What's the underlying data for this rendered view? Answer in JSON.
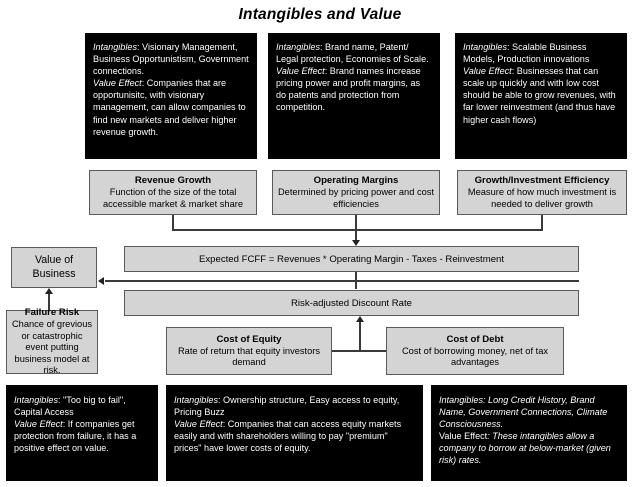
{
  "title": "Intangibles and Value",
  "top_notes": [
    {
      "id": "revenue-growth-note",
      "intangibles_label": "Intangibles",
      "intangibles_text": ": Visionary Management, Business Opportunistism, Government connections.",
      "value_effect_label": "Value Effect",
      "value_effect_text": ": Companies that are opportunisitc, with visionary management, can allow companies to find new markets and deliver higher revenue growth."
    },
    {
      "id": "operating-margins-note",
      "intangibles_label": "Intangibles",
      "intangibles_text": ": Brand name, Patent/ Legal protection, Economies of Scale.",
      "value_effect_label": "Value Effect",
      "value_effect_text": ": Brand names increase pricing power and profit margins, as do patents and protection from competition."
    },
    {
      "id": "growth-efficiency-note",
      "intangibles_label": "Intangibles",
      "intangibles_text": ": Scalable Business Models, Production innovations",
      "value_effect_label": "Value Effect",
      "value_effect_text": ": Businesses that can scale up quickly and with low cost should be able to grow revenues, with far lower reinvestment (and thus have higher cash flows)"
    }
  ],
  "drivers": [
    {
      "id": "revenue-growth",
      "heading": "Revenue Growth",
      "body": "Function of the size of the total accessible market & market share"
    },
    {
      "id": "operating-margins",
      "heading": "Operating Margins",
      "body": "Determined by pricing power and cost efficiencies"
    },
    {
      "id": "growth-investment-efficiency",
      "heading": "Growth/Investment Efficiency",
      "body": "Measure of how much investment is needed to deliver growth"
    }
  ],
  "value_of_business": {
    "line1": "Value of",
    "line2": "Business"
  },
  "fcff_bar": "Expected FCFF = Revenues * Operating Margin - Taxes - Reinvestment",
  "discount_rate_bar": "Risk-adjusted Discount Rate",
  "failure_risk": {
    "heading": "Failure Risk",
    "body": "Chance of grevious or catastrophic event putting business model at risk."
  },
  "cost_of_equity": {
    "heading": "Cost of Equity",
    "body": "Rate of return that equity investors demand"
  },
  "cost_of_debt": {
    "heading": "Cost of Debt",
    "body": "Cost of borrowing money, net of tax advantages"
  },
  "bottom_notes": [
    {
      "id": "failure-risk-note",
      "intangibles_label": "Intangibles",
      "intangibles_text": ":  \"Too big to fail\", Capital Access",
      "value_effect_label": "Value Effect",
      "value_effect_text": ": If companies get protection from failure, it has a positive effect on value."
    },
    {
      "id": "cost-of-equity-note",
      "intangibles_label": "Intangibles",
      "intangibles_text": ": Ownership structure, Easy access to equity, Pricing Buzz",
      "value_effect_label": "Value Effect",
      "value_effect_text": ": Companies that can access equity markets easily and with shareholders willing to pay \"premium\" prices\" have lower costs of equity."
    },
    {
      "id": "cost-of-debt-note",
      "intangibles_label": "Intangibles",
      "intangibles_text": ": Long Credit History, Brand Name, Government Connections, Climate Consciousness.",
      "value_effect_label": "Value Effect",
      "value_effect_text": ": These intangibles allow a company to borrow at below-market (given risk) rates."
    }
  ],
  "colors": {
    "note_bg": "#000000",
    "note_fg": "#ffffff",
    "box_bg": "#d4d4d4",
    "box_border": "#5a5a5a",
    "connector": "#3a3a3a",
    "page_bg": "#ffffff"
  }
}
